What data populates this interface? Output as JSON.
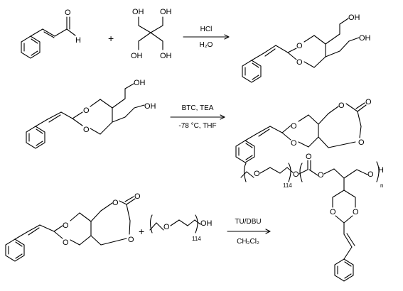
{
  "atoms": {
    "oxygen": "O",
    "hydrogen": "H",
    "hydroxyl": "OH"
  },
  "peg_repeat": "114",
  "polymer_repeat": "n",
  "plus": "+",
  "reactions": [
    {
      "reagent_top": "HCl",
      "reagent_bottom": "H₂O"
    },
    {
      "reagent_top": "BTC, TEA",
      "reagent_bottom": "-78 °C, THF"
    },
    {
      "reagent_top": "TU/DBU",
      "reagent_bottom": "CH₂Cl₂"
    }
  ]
}
